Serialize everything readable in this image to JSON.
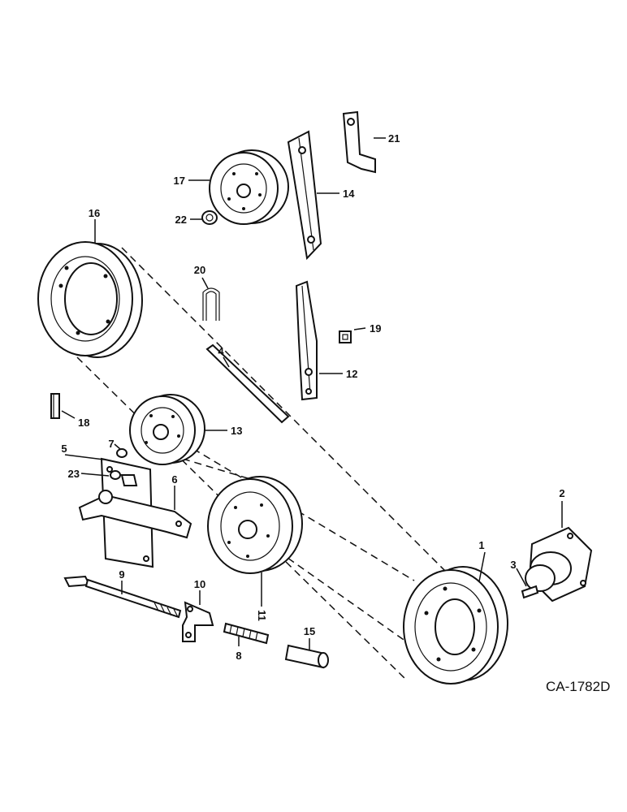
{
  "drawing_code": "CA-1782D",
  "labels": {
    "l1": "1",
    "l2": "2",
    "l3": "3",
    "l4": "4",
    "l5": "5",
    "l6": "6",
    "l7": "7",
    "l8": "8",
    "l9": "9",
    "l10": "10",
    "l11": "11",
    "l12": "12",
    "l13": "13",
    "l14": "14",
    "l15": "15",
    "l16": "16",
    "l17": "17",
    "l18": "18",
    "l19": "19",
    "l20": "20",
    "l21": "21",
    "l22": "22",
    "l23": "23"
  }
}
